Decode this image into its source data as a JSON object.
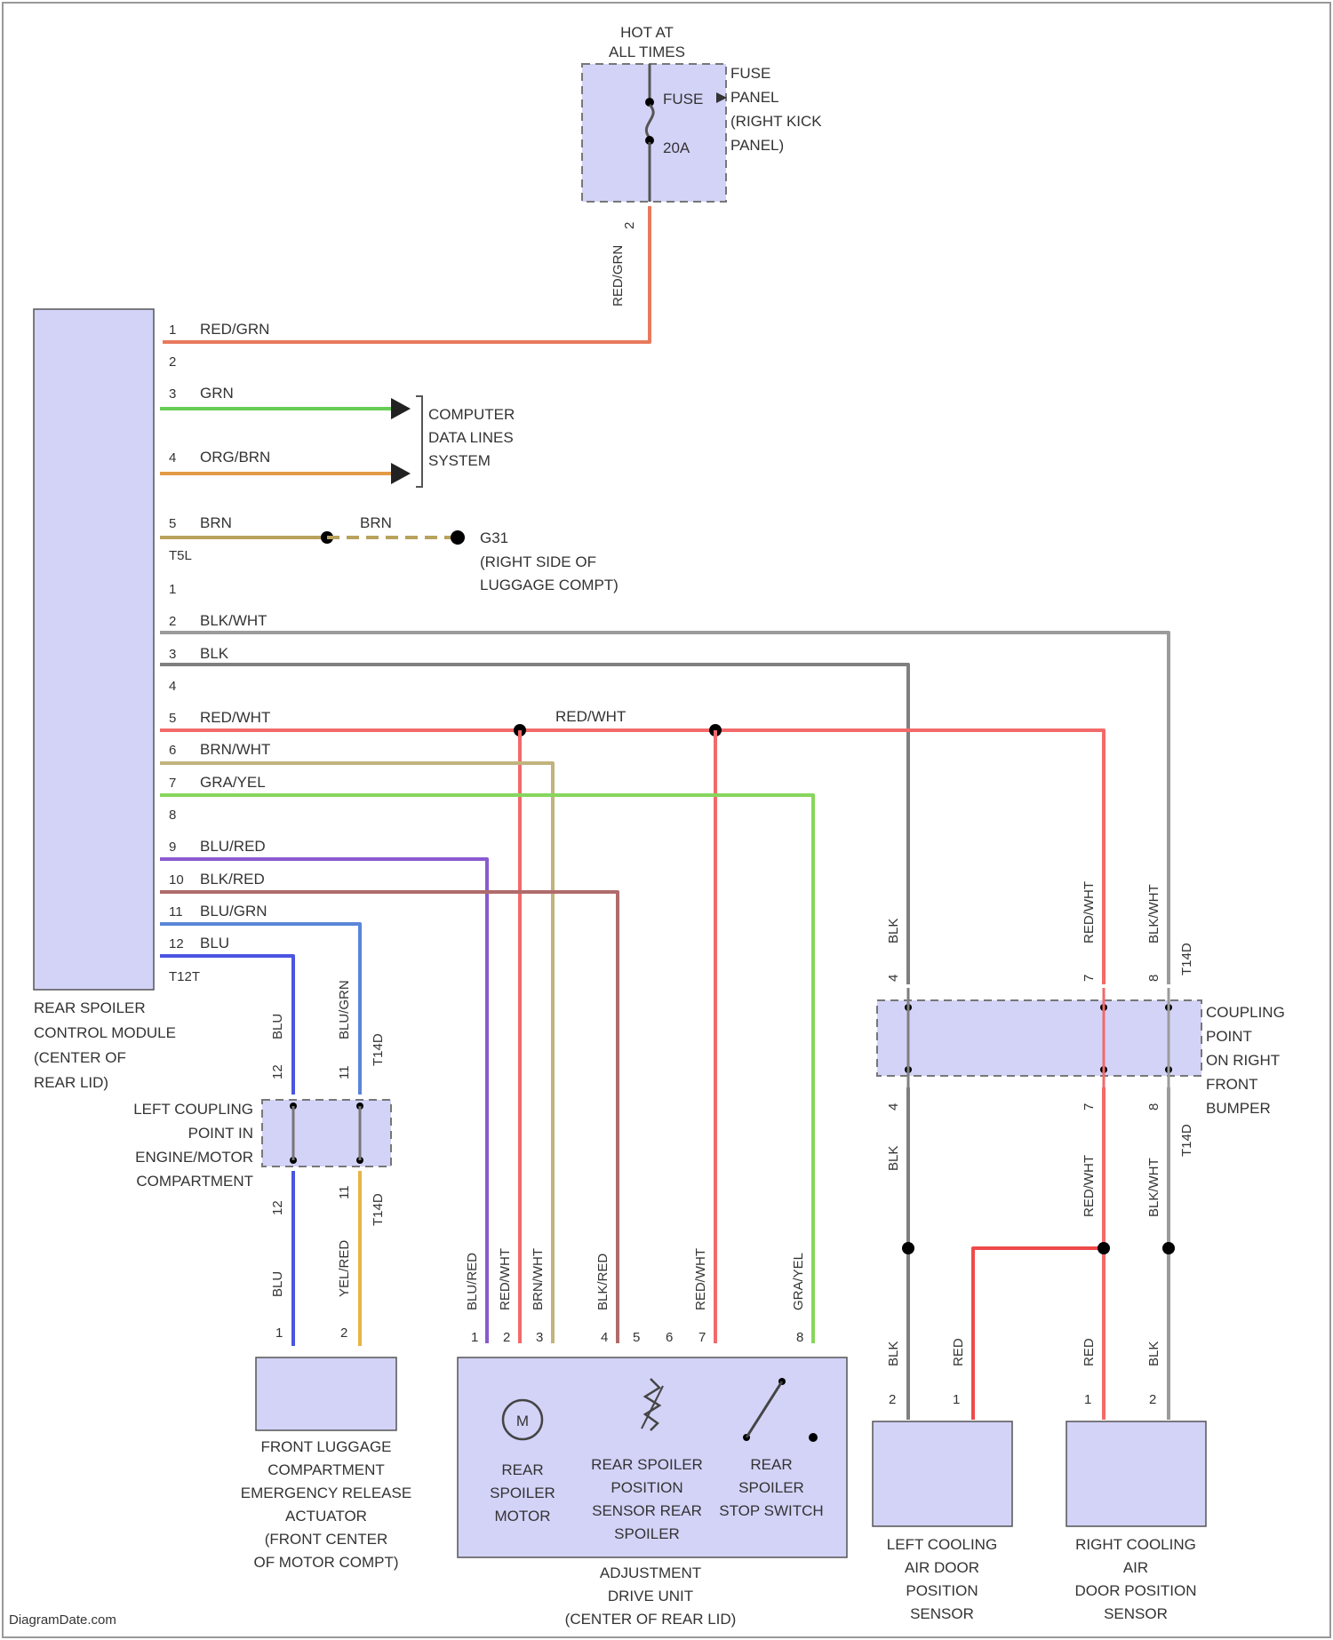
{
  "colors": {
    "red_grn": "#e87a5d",
    "grn": "#66cc55",
    "org_brn": "#e39b45",
    "brn": "#b8a25c",
    "blk_wht": "#9b9b9b",
    "blk": "#7f7f7f",
    "red_wht": "#f26a6a",
    "brn_wht": "#c2b37c",
    "gra_yel": "#86d65c",
    "blu_red": "#8a5ad0",
    "blk_red": "#b06b6b",
    "blu_grn": "#5a86d8",
    "blu": "#4a55e0",
    "yel_red": "#e6b446",
    "red": "#ee4a4a",
    "component_fill": "#d3d3f8"
  },
  "fuse": {
    "hot_label": [
      "HOT AT",
      "ALL TIMES"
    ],
    "fuse_label": "FUSE",
    "rating": "20A",
    "panel_label": [
      "FUSE",
      "PANEL",
      "(RIGHT KICK",
      "PANEL)"
    ],
    "pin": "2",
    "wire": "RED/GRN"
  },
  "module": {
    "label": [
      "REAR SPOILER",
      "CONTROL MODULE",
      "(CENTER OF",
      "REAR LID)"
    ],
    "connector_a": "T5L",
    "connector_b": "T12T",
    "pins_a": [
      {
        "n": "1",
        "wire": "RED/GRN"
      },
      {
        "n": "2",
        "wire": ""
      },
      {
        "n": "3",
        "wire": "GRN"
      },
      {
        "n": "4",
        "wire": "ORG/BRN"
      },
      {
        "n": "5",
        "wire": "BRN"
      }
    ],
    "pins_b": [
      {
        "n": "1",
        "wire": ""
      },
      {
        "n": "2",
        "wire": "BLK/WHT"
      },
      {
        "n": "3",
        "wire": "BLK"
      },
      {
        "n": "4",
        "wire": ""
      },
      {
        "n": "5",
        "wire": "RED/WHT"
      },
      {
        "n": "6",
        "wire": "BRN/WHT"
      },
      {
        "n": "7",
        "wire": "GRA/YEL"
      },
      {
        "n": "8",
        "wire": ""
      },
      {
        "n": "9",
        "wire": "BLU/RED"
      },
      {
        "n": "10",
        "wire": "BLK/RED"
      },
      {
        "n": "11",
        "wire": "BLU/GRN"
      },
      {
        "n": "12",
        "wire": "BLU"
      }
    ]
  },
  "computer_data_lines": [
    "COMPUTER",
    "DATA LINES",
    "SYSTEM"
  ],
  "ground": {
    "wire": "BRN",
    "label": "G31",
    "location": [
      "(RIGHT SIDE OF",
      "LUGGAGE COMPT)"
    ]
  },
  "splice_wire": "RED/WHT",
  "left_coupling": {
    "label": [
      "LEFT COUPLING",
      "POINT IN",
      "ENGINE/MOTOR",
      "COMPARTMENT"
    ],
    "top_wires": [
      {
        "wire": "BLU",
        "pin": "12",
        "connector": ""
      },
      {
        "wire": "BLU/GRN",
        "pin": "11",
        "connector": "T14D"
      }
    ],
    "bottom_wires": [
      {
        "wire": "BLU",
        "pin": "12",
        "connector": ""
      },
      {
        "wire": "YEL/RED",
        "pin": "11",
        "connector": "T14D"
      }
    ]
  },
  "front_actuator": {
    "label": [
      "FRONT LUGGAGE",
      "COMPARTMENT",
      "EMERGENCY RELEASE",
      "ACTUATOR",
      "(FRONT CENTER",
      "OF MOTOR COMPT)"
    ],
    "pins": [
      "1",
      "2"
    ]
  },
  "drive_unit": {
    "label": [
      "ADJUSTMENT",
      "DRIVE UNIT",
      "(CENTER OF REAR LID)"
    ],
    "motor_symbol": "M",
    "motor_label": [
      "REAR",
      "SPOILER",
      "MOTOR"
    ],
    "sensor_label": [
      "REAR SPOILER",
      "POSITION",
      "SENSOR REAR",
      "SPOILER"
    ],
    "switch_label": [
      "REAR",
      "SPOILER",
      "STOP SWITCH"
    ],
    "wires": [
      "BLU/RED",
      "RED/WHT",
      "BRN/WHT",
      "BLK/RED",
      "RED/WHT",
      "GRA/YEL"
    ],
    "pins": [
      "1",
      "2",
      "3",
      "4",
      "5",
      "6",
      "7",
      "8"
    ]
  },
  "right_coupling": {
    "label": [
      "COUPLING",
      "POINT",
      "ON RIGHT",
      "FRONT",
      "BUMPER"
    ],
    "connector": "T14D",
    "top_wires": [
      {
        "wire": "BLK",
        "pin": "4"
      },
      {
        "wire": "RED/WHT",
        "pin": "7"
      },
      {
        "wire": "BLK/WHT",
        "pin": "8"
      }
    ],
    "bottom_wires": [
      {
        "wire": "BLK",
        "pin": "4"
      },
      {
        "wire": "RED/WHT",
        "pin": "7"
      },
      {
        "wire": "BLK/WHT",
        "pin": "8"
      }
    ]
  },
  "left_sensor": {
    "label": [
      "LEFT COOLING",
      "AIR DOOR",
      "POSITION",
      "SENSOR"
    ],
    "wires": [
      "BLK",
      "RED"
    ],
    "pins": [
      "2",
      "1"
    ]
  },
  "right_sensor": {
    "label": [
      "RIGHT COOLING",
      "AIR",
      "DOOR POSITION",
      "SENSOR"
    ],
    "wires": [
      "RED",
      "BLK"
    ],
    "pins": [
      "1",
      "2"
    ]
  },
  "watermark": "DiagramDate.com"
}
